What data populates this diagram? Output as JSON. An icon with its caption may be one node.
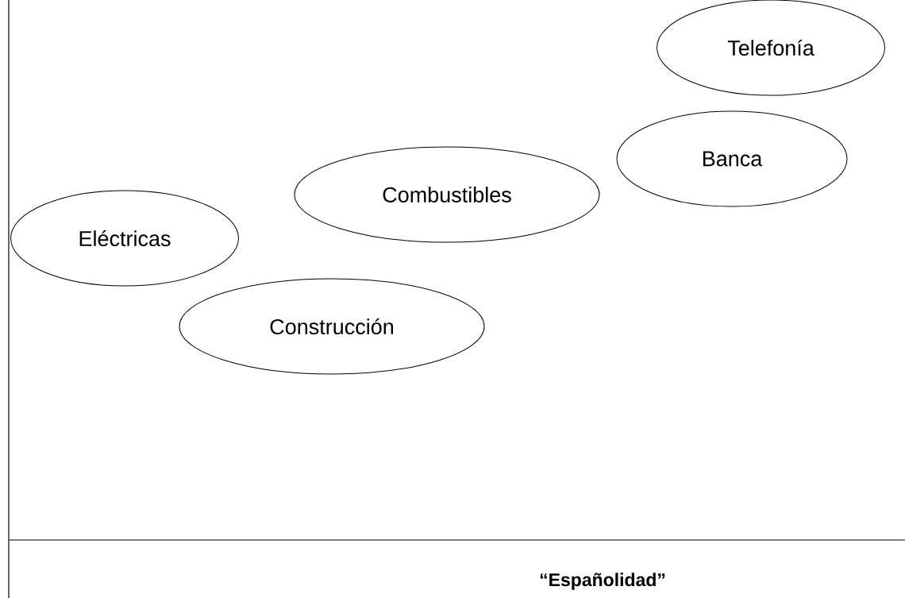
{
  "diagram": {
    "nodes": [
      {
        "text": [
          "Telefonía"
        ]
      },
      {
        "text": [
          "Banca"
        ]
      },
      {
        "text": [
          "Combustibles"
        ]
      },
      {
        "text": [
          "Eléctricas"
        ]
      },
      {
        "text": [
          "Construcción"
        ]
      }
    ],
    "labels": [
      "“Españolidad”"
    ]
  }
}
